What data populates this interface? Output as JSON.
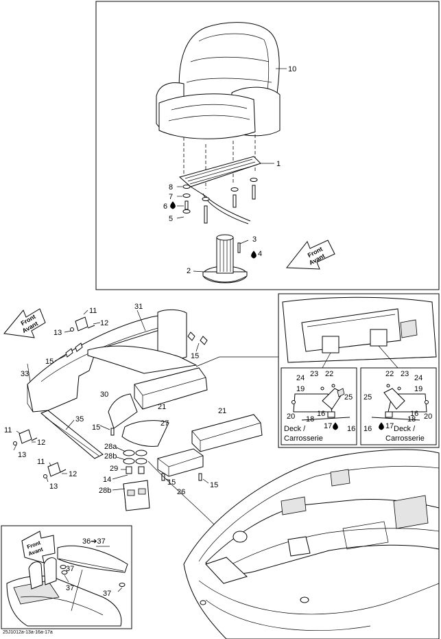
{
  "front_label": {
    "line1": "Front",
    "line2": "Avant"
  },
  "deck_label": {
    "line1": "Deck /",
    "line2": "Carrosserie"
  },
  "callouts": {
    "c1": "1",
    "c2": "2",
    "c3": "3",
    "c4": "4",
    "c5": "5",
    "c6": "6",
    "c7": "7",
    "c8": "8",
    "c10": "10",
    "c11": "11",
    "c12": "12",
    "c13": "13",
    "c14": "14",
    "c15": "15",
    "c16": "16",
    "c17": "17",
    "c18": "18",
    "c19": "19",
    "c20": "20",
    "c21": "21",
    "c22": "22",
    "c23": "23",
    "c24": "24",
    "c25": "25",
    "c26": "26",
    "c27": "27",
    "c28a": "28a",
    "c28b": "28b",
    "c29": "29",
    "c30": "30",
    "c31": "31",
    "c33": "33",
    "c35": "35",
    "c36_37": "36➔37",
    "c37": "37"
  },
  "footer_code": "25J1012a-13a-16a-17a"
}
